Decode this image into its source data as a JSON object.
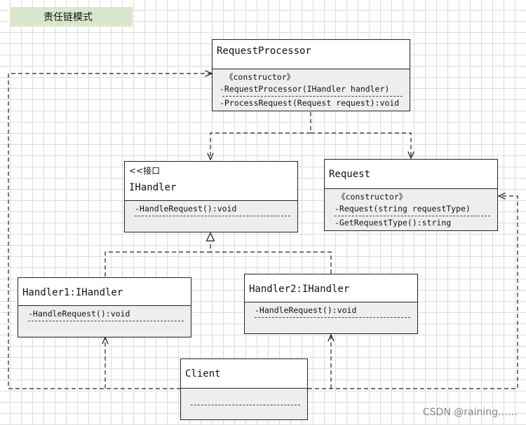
{
  "title_tag": "责任链模式",
  "classes": {
    "request_processor": {
      "name": "RequestProcessor",
      "members": [
        "《constructor》",
        "-RequestProcessor(IHandler handler)",
        "-ProcessRequest(Request request):void"
      ]
    },
    "ihandler": {
      "stereotype": "<<接口",
      "name": "IHandler",
      "members": [
        "-HandleRequest():void"
      ]
    },
    "request": {
      "name": "Request",
      "members": [
        "《constructor》",
        "-Request(string requestType)",
        "-GetRequestType():string"
      ]
    },
    "handler1": {
      "name": "Handler1:IHandler",
      "members": [
        "-HandleRequest():void"
      ]
    },
    "handler2": {
      "name": "Handler2:IHandler",
      "members": [
        "-HandleRequest():void"
      ]
    },
    "client": {
      "name": "Client",
      "members": []
    }
  },
  "watermark": "CSDN @raining……"
}
